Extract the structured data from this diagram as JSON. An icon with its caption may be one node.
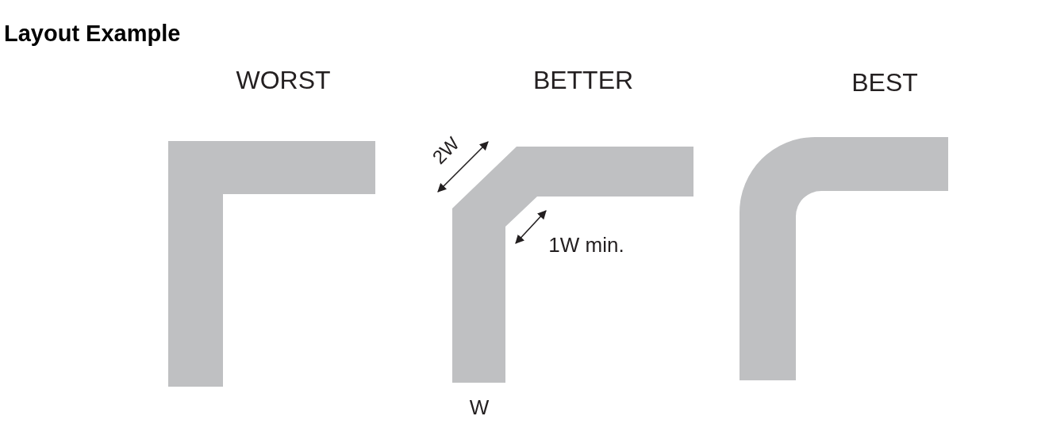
{
  "diagram": {
    "title": "Layout Example",
    "labels": [
      "WORST",
      "BETTER",
      "BEST",
      "2W",
      "1W min.",
      "W"
    ]
  }
}
